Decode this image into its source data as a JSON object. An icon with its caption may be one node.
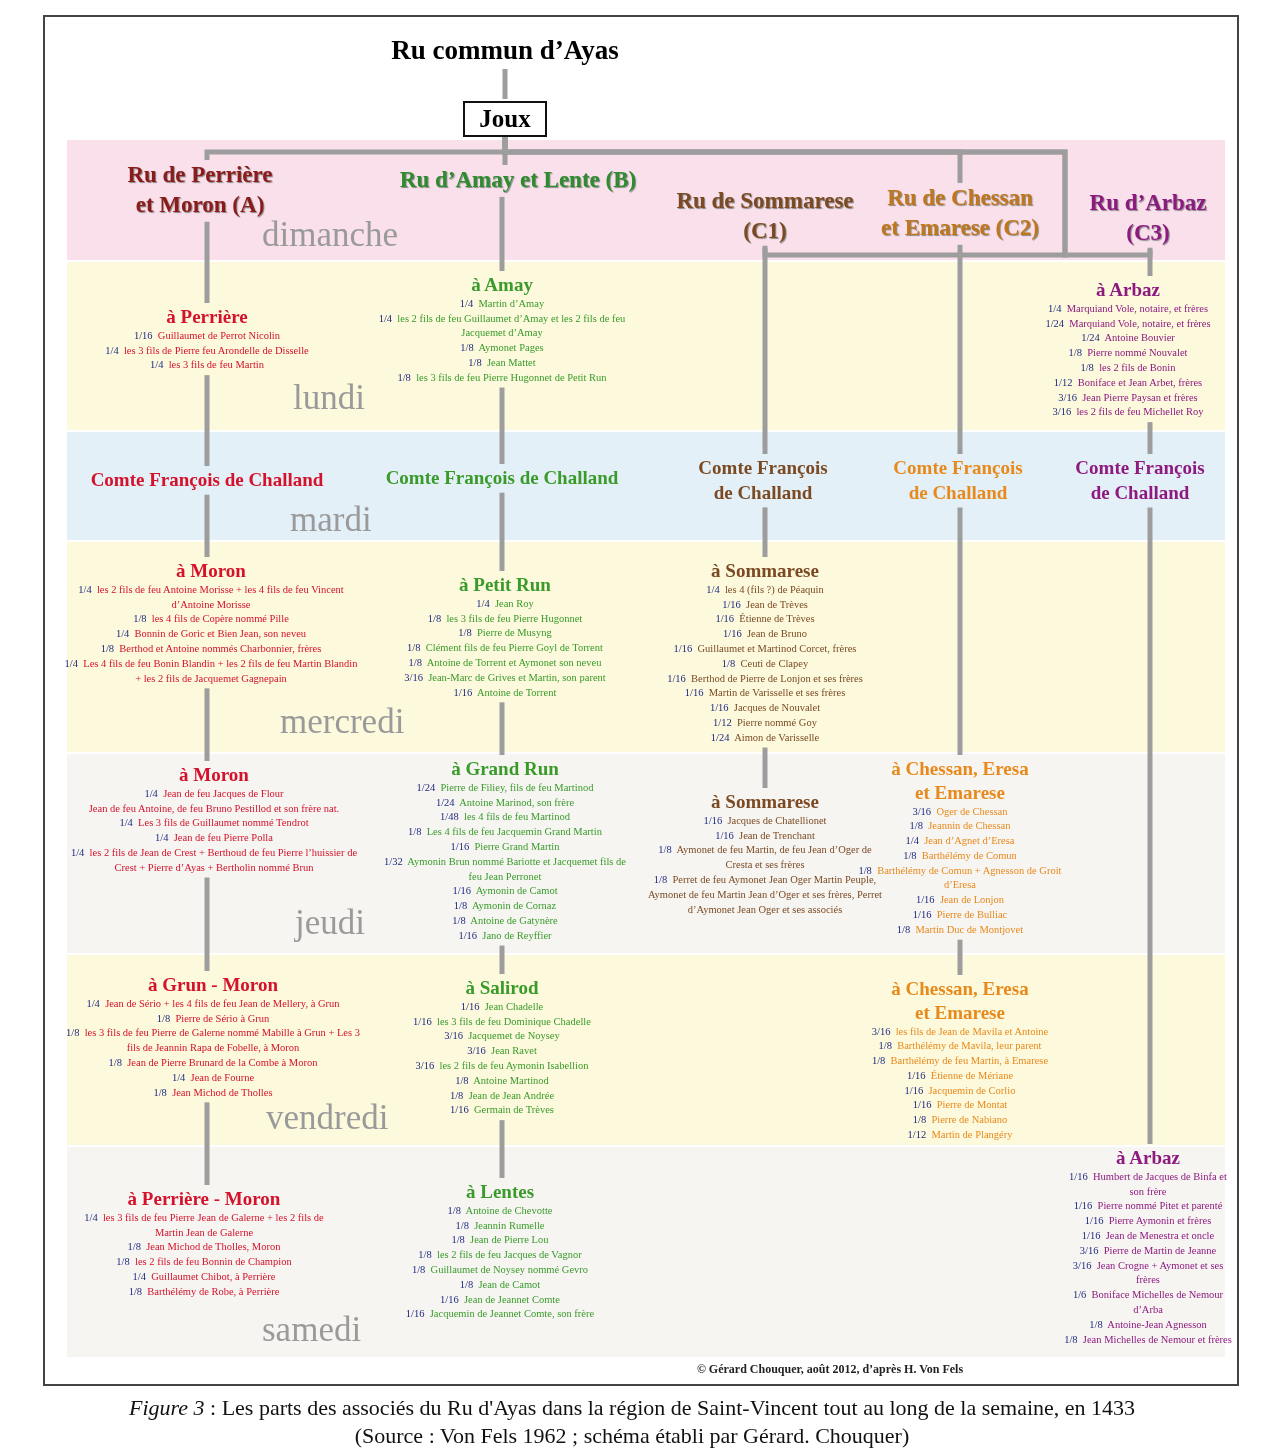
{
  "diagram": {
    "caption": "*Figure 3* : Les parts des associés du Ru d'Ayas dans la région de Saint-Vincent tout au long de la semaine, en 1433 (Source : Von Fels 1962 ; schéma établi par Gérard. Chouquer)",
    "nodes": [
      {
        "text": [
          "Ru commun d’Ayas"
        ]
      },
      {
        "text": [
          "Joux"
        ]
      },
      {
        "text": [
          "dimanche"
        ]
      },
      {
        "text": [
          "Ru de Perrière et Moron (A)"
        ],
        "in": 2
      },
      {
        "text": [
          "Ru d’Amay et Lente (B)"
        ],
        "in": 2
      },
      {
        "text": [
          "Ru de Sommarese (C1)"
        ],
        "in": 2
      },
      {
        "text": [
          "Ru de Chessan et Emarese (C2)"
        ],
        "in": 2
      },
      {
        "text": [
          "Ru d’Arbaz (C3)"
        ],
        "in": 2
      },
      {
        "text": [
          "lundi"
        ]
      },
      {
        "text": [
          "à Perrière",
          "1/16 Guillaumet de Perrot Nicolin",
          "1/4 les 3 fils de Pierre feu Arondelle de Disselle",
          "1/4 les 3 fils de feu Martin"
        ],
        "in": 8
      },
      {
        "text": [
          "à Amay",
          "1/4 Martin d’Amay",
          "1/4 les 2 fils de feu Guillaumet d’Amay et les 2 fils de feu Jacquemet d’Amay",
          "1/8 Aymonet Pages",
          "1/8 Jean Mattet",
          "1/8 les 3 fils de feu Pierre Hugonnet de Petit Run"
        ],
        "in": 8
      },
      {
        "text": [
          "à Arbaz",
          "1/4 Marquiand Vole, notaire, et frères",
          "1/24 Marquiand Vole, notaire, et frères",
          "1/24 Antoine Bouvier",
          "1/8 Pierre nommé Nouvalet",
          "1/8 les 2 fils de Bonin",
          "1/12 Boniface et Jean Arbet, frères",
          "3/16 Jean Pierre Paysan et frères",
          "3/16 les 2 fils de feu Michellet Roy"
        ],
        "in": 8
      },
      {
        "text": [
          "mardi"
        ]
      },
      {
        "text": [
          "Comte François de Challand"
        ],
        "in": 12
      },
      {
        "text": [
          "Comte François de Challand"
        ],
        "in": 12
      },
      {
        "text": [
          "Comte François de Challand"
        ],
        "in": 12
      },
      {
        "text": [
          "Comte François de Challand"
        ],
        "in": 12
      },
      {
        "text": [
          "Comte François de Challand"
        ],
        "in": 12
      },
      {
        "text": [
          "mercredi"
        ]
      },
      {
        "text": [
          "à Moron",
          "1/4 les 2 fils de feu Antoine Morisse + les 4 fils de feu Vincent d’Antoine Morisse",
          "1/8 les 4 fils de Copère nommé Pille",
          "1/4 Bonnin de Goric et Bien Jean, son neveu",
          "1/8 Berthod et Antoine nommés Charbonnier, frères",
          "1/4 Les 4 fils de feu Bonin Blandin + les 2 fils de feu Martin Blandin + les 2 fils de Jacquemet Gagnepain"
        ],
        "in": 18
      },
      {
        "text": [
          "à Petit Run",
          "1/4 Jean Roy",
          "1/8 les 3 fils de feu Pierre Hugonnet",
          "1/8 Pierre de Musyng",
          "1/8 Clément fils de feu Pierre Goyl de Torrent",
          "1/8 Antoine de Torrent et Aymonet son neveu",
          "3/16 Jean-Marc de Grives et Martin, son parent",
          "1/16 Antoine de Torrent"
        ],
        "in": 18
      },
      {
        "text": [
          "à Sommarese",
          "1/4 les 4 (fils ?) de Péaquin",
          "1/16 Jean de Trèves",
          "1/16 Étienne de Trèves",
          "1/16 Jean de Bruno",
          "1/16 Guillaumet et Martinod Corcet, frères",
          "1/8 Ceuti de Clapey",
          "1/16 Berthod de Pierre de Lonjon et ses frères",
          "1/16 Martin de Varisselle et ses frères",
          "1/16 Jacques de Nouvalet",
          "1/12 Pierre nommé Goy",
          "1/24 Aimon de Varisselle"
        ],
        "in": 18
      },
      {
        "text": [
          "jeudi"
        ]
      },
      {
        "text": [
          "à Moron",
          "1/4 Jean de feu Jacques de Flour",
          "Jean de feu Antoine, de feu Bruno Pestillod et son frère nat.",
          "1/4 Les 3 fils de Guillaumet nommé Tendrot",
          "1/4 Jean de feu Pierre Polla",
          "1/4 les 2 fils de Jean de Crest + Berthoud de feu Pierre l’huissier de Crest + Pierre d’Ayas + Bertholin nommé Brun"
        ],
        "in": 22
      },
      {
        "text": [
          "à Grand Run",
          "1/24 Pierre de Filiey, fils de feu Martinod",
          "1/24 Antoine Marinod, son frère",
          "1/48 les 4 fils de feu Martinod",
          "1/8 Les 4 fils de feu Jacquemin Grand Martin",
          "1/16 Pierre Grand Martin",
          "1/32 Aymonin Brun nommé Bariotte et Jacquemet fils de feu Jean Perronet",
          "1/16 Aymonin de Camot",
          "1/8 Aymonin de Cornaz",
          "1/8 Antoine de Gatynère",
          "1/16 Jano de Reyffier"
        ],
        "in": 22
      },
      {
        "text": [
          "à Sommarese",
          "1/16 Jacques de Chatellionet",
          "1/16 Jean de Trenchant",
          "1/8 Aymonet de feu Martin, de feu Jean d’Oger de Cresta et ses frères",
          "1/8 Perret de feu Aymonet Jean Oger Martin Peuple, Aymonet de feu Martin Jean d’Oger et ses frères, Perret d’Aymonet Jean Oger et ses associés"
        ],
        "in": 22
      },
      {
        "text": [
          "à Chessan, Eresa et Emarese",
          "3/16 Oger de Chessan",
          "1/8 Jeannin de Chessan",
          "1/4 Jean d’Agnet d’Eresa",
          "1/8 Barthélémy de Comun",
          "1/8 Barthélémy de Comun + Agnesson de Groit d’Eresa",
          "1/16 Jean de Lonjon",
          "1/16 Pierre de Bulliac",
          "1/8 Martin Duc de Montjovet"
        ],
        "in": 22
      },
      {
        "text": [
          "vendredi"
        ]
      },
      {
        "text": [
          "à Grun - Moron",
          "1/4 Jean de Sério + les 4 fils de feu Jean de Mellery, à Grun",
          "1/8 Pierre de Sério à Grun",
          "1/8 les 3 fils de feu Pierre de Galerne nommé Mabille à Grun + Les 3 fils de Jeannin Rapa de Fobelle, à Moron",
          "1/8 Jean de Pierre Brunard de la Combe à Moron",
          "1/4 Jean de Fourne",
          "1/8 Jean Michod de Tholles"
        ],
        "in": 27
      },
      {
        "text": [
          "à Salirod",
          "1/16 Jean Chadelle",
          "1/16 les 3 fils de feu Dominique Chadelle",
          "3/16 Jacquemet de Noysey",
          "3/16 Jean Ravet",
          "3/16 les 2 fils de feu Aymonin Isabellion",
          "1/8 Antoine Martinod",
          "1/8 Jean de Jean Andrée",
          "1/16 Germain de Trèves"
        ],
        "in": 27
      },
      {
        "text": [
          "à Chessan, Eresa et Emarese",
          "3/16 les fils de Jean de Mavila et Antoine",
          "1/8 Barthélémy de Mavila, leur parent",
          "1/8 Barthélémy de feu Martin, à Emarese",
          "1/16 Étienne de Mériane",
          "1/16 Jacquemin de Corlio",
          "1/16 Pierre de Montat",
          "1/8 Pierre de Nabiano",
          "1/12 Martin de Plangéry"
        ],
        "in": 27
      },
      {
        "text": [
          "samedi"
        ]
      },
      {
        "text": [
          "à Perrière - Moron",
          "1/4 les 3 fils de feu Pierre Jean de Galerne + les 2 fils de Martin Jean de Galerne",
          "1/8 Jean Michod de Tholles, Moron",
          "1/8 les 2 fils de feu Bonnin de Champion",
          "1/4 Guillaumet Chibot, à Perrière",
          "1/8 Barthélémy de Robe, à Perrière"
        ],
        "in": 31
      },
      {
        "text": [
          "à Lentes",
          "1/8 Antoine de Chevotte",
          "1/8 Jeannin Rumelle",
          "1/8 Jean de Pierre Lou",
          "1/8 les 2 fils de feu Jacques de Vagnor",
          "1/8 Guillaumet de Noysey nommé Gevro",
          "1/8 Jean de Camot",
          "1/16 Jean de Jeannet Comte",
          "1/16 Jacquemin de Jeannet Comte, son frère"
        ],
        "in": 31
      },
      {
        "text": [
          "à Arbaz",
          "1/16 Humbert de Jacques de Binfa et son frère",
          "1/16 Pierre nommé Pitet et parenté",
          "1/16 Pierre Aymonin et frères",
          "1/16 Jean de Menestra et oncle",
          "3/16 Pierre de Martin de Jeanne",
          "3/16 Jean Crogne + Aymonet et ses frères",
          "1/6 Boniface Michelles de Nemour d’Arba",
          "1/8 Antoine-Jean Agnesson",
          "1/8 Jean Michelles de Nemour et frères"
        ],
        "in": 31
      }
    ],
    "edges": [
      {
        "from": 0,
        "to": 1,
        "arrow": "none"
      },
      {
        "from": 1,
        "to": 3,
        "arrow": "none"
      },
      {
        "from": 1,
        "to": 4,
        "arrow": "none"
      },
      {
        "from": 1,
        "to": 5,
        "arrow": "none"
      },
      {
        "from": 1,
        "to": 6,
        "arrow": "none"
      },
      {
        "from": 1,
        "to": 7,
        "arrow": "none"
      },
      {
        "from": 3,
        "to": 9,
        "arrow": "none"
      },
      {
        "from": 9,
        "to": 13,
        "arrow": "none"
      },
      {
        "from": 13,
        "to": 19,
        "arrow": "none"
      },
      {
        "from": 19,
        "to": 23,
        "arrow": "none"
      },
      {
        "from": 23,
        "to": 28,
        "arrow": "none"
      },
      {
        "from": 28,
        "to": 32,
        "arrow": "none"
      },
      {
        "from": 4,
        "to": 10,
        "arrow": "none"
      },
      {
        "from": 10,
        "to": 14,
        "arrow": "none"
      },
      {
        "from": 14,
        "to": 20,
        "arrow": "none"
      },
      {
        "from": 20,
        "to": 24,
        "arrow": "none"
      },
      {
        "from": 24,
        "to": 29,
        "arrow": "none"
      },
      {
        "from": 29,
        "to": 33,
        "arrow": "none"
      },
      {
        "from": 5,
        "to": 15,
        "arrow": "none"
      },
      {
        "from": 15,
        "to": 21,
        "arrow": "none"
      },
      {
        "from": 21,
        "to": 25,
        "arrow": "none"
      },
      {
        "from": 6,
        "to": 16,
        "arrow": "none"
      },
      {
        "from": 16,
        "to": 26,
        "arrow": "none"
      },
      {
        "from": 26,
        "to": 30,
        "arrow": "none"
      },
      {
        "from": 7,
        "to": 11,
        "arrow": "none"
      },
      {
        "from": 11,
        "to": 17,
        "arrow": "none"
      },
      {
        "from": 17,
        "to": 34,
        "arrow": "none"
      }
    ],
    "labels": [
      "© Gérard Chouquer, août 2012, d’après H. Von Fels"
    ]
  }
}
